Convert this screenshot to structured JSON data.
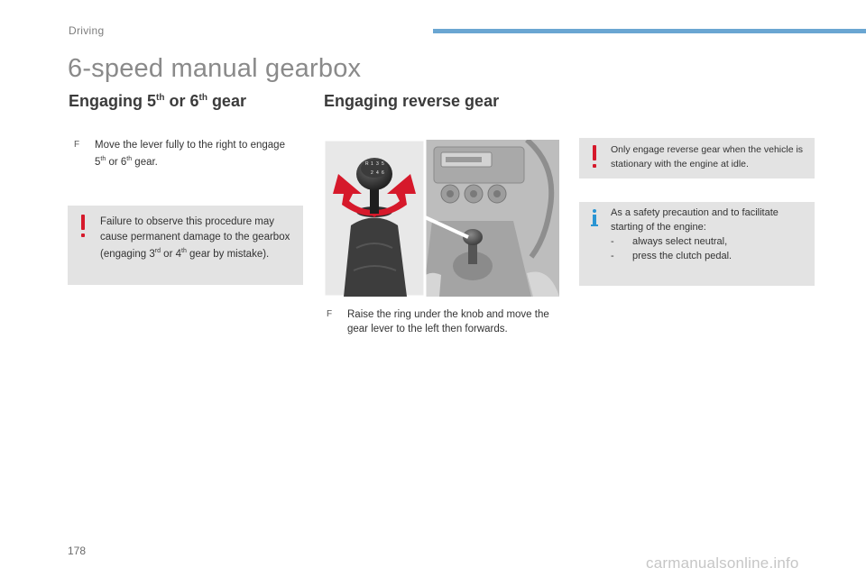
{
  "header": {
    "section": "Driving",
    "accent_color": "#6aa6d2"
  },
  "title": "6-speed manual gearbox",
  "left": {
    "heading": {
      "pre": "Engaging 5",
      "sup1": "th",
      "mid": " or 6",
      "sup2": "th",
      "post": " gear"
    },
    "step": {
      "bullet": "F",
      "a": "Move the lever fully to the right to engage 5",
      "sup1": "th",
      "b": " or 6",
      "sup2": "th",
      "c": " gear."
    },
    "warning": {
      "icon": "exclamation-icon",
      "a": "Failure to observe this procedure may cause permanent damage to the gearbox (engaging 3",
      "sup1": "rd",
      "b": " or 4",
      "sup2": "th",
      "c": " gear by mistake)."
    }
  },
  "right": {
    "heading": "Engaging reverse gear",
    "illustration": {
      "name": "reverse-gear-illustration",
      "knob_labels": [
        "R",
        "1",
        "3",
        "5",
        "2",
        "4",
        "6"
      ]
    },
    "step": {
      "bullet": "F",
      "text": "Raise the ring under the knob and move the gear lever to the left then forwards."
    },
    "warning": {
      "icon": "exclamation-icon",
      "text": "Only engage reverse gear when the vehicle is stationary with the engine at idle."
    },
    "info": {
      "icon": "info-icon",
      "text": "As a safety precaution and to facilitate starting of the engine:",
      "bullets": [
        {
          "dash": "-",
          "text": "always select neutral,"
        },
        {
          "dash": "-",
          "text": "press the clutch pedal."
        }
      ]
    }
  },
  "footer": {
    "page_number": "178",
    "watermark": "carmanualsonline.info"
  },
  "colors": {
    "warning_red": "#d6192b",
    "info_blue": "#2a95d3",
    "box_grey": "#e3e3e3",
    "arrow_red": "#d6192b"
  }
}
